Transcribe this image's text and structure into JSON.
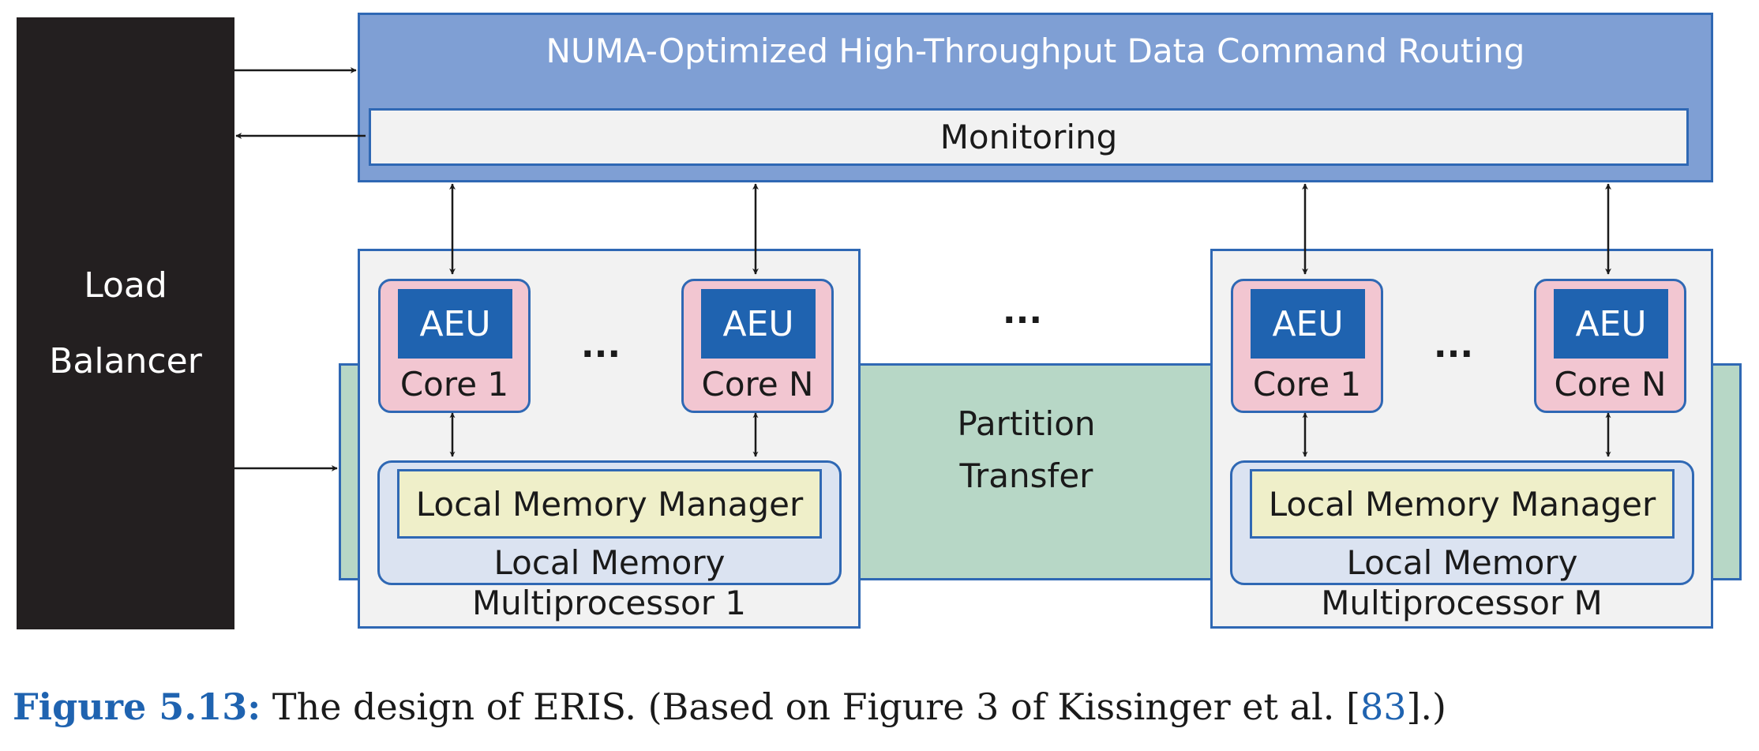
{
  "diagram": {
    "load_balancer": {
      "line1": "Load",
      "line2": "Balancer"
    },
    "routing": {
      "title": "NUMA-Optimized High-Throughput Data Command Routing",
      "monitoring": "Monitoring"
    },
    "partition_transfer": {
      "line1": "Partition",
      "line2": "Transfer"
    },
    "ellipsis": "...",
    "multiprocessors": [
      {
        "label": "Multiprocessor 1",
        "cores": [
          {
            "unit": "AEU",
            "label": "Core 1"
          },
          {
            "unit": "AEU",
            "label": "Core N"
          }
        ],
        "memory_manager": "Local Memory Manager",
        "memory": "Local Memory"
      },
      {
        "label": "Multiprocessor M",
        "cores": [
          {
            "unit": "AEU",
            "label": "Core 1"
          },
          {
            "unit": "AEU",
            "label": "Core N"
          }
        ],
        "memory_manager": "Local Memory Manager",
        "memory": "Local Memory"
      }
    ]
  },
  "caption": {
    "label": "Figure 5.13:",
    "text_before": " The design of ERIS. (Based on Figure 3 of Kissinger et al. [",
    "ref": "83",
    "text_after": "].)"
  },
  "colors": {
    "load_balancer": "#231f20",
    "routing": "#7f9fd4",
    "border": "#2f68b4",
    "aeu": "#1f63b0",
    "core": "#f2c6d1",
    "memory": "#dbe3f1",
    "memory_manager": "#efefc9",
    "partition": "#b7d7c6",
    "caption_accent": "#1f63b0"
  }
}
